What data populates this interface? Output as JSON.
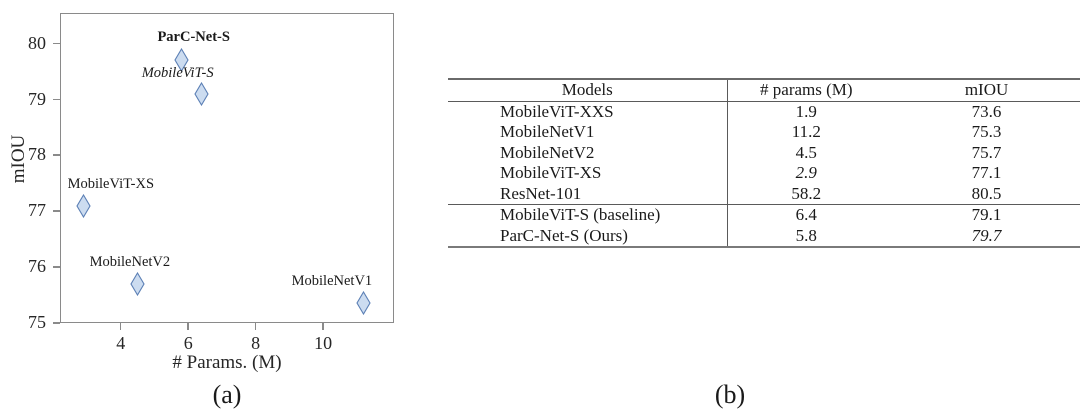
{
  "figure_a": {
    "caption": "(a)",
    "chart_data": {
      "type": "scatter",
      "title": "",
      "xlabel": "# Params. (M)",
      "ylabel": "mIOU",
      "xlim": [
        2.2,
        12.1
      ],
      "ylim": [
        75,
        80.55
      ],
      "xticks": [
        "4",
        "6",
        "8",
        "10"
      ],
      "xtick_values": [
        4,
        6,
        8,
        10
      ],
      "yticks": [
        "75",
        "76",
        "77",
        "78",
        "79",
        "80"
      ],
      "ytick_values": [
        75,
        76,
        77,
        78,
        79,
        80
      ],
      "grid": false,
      "legend": "none",
      "marker_shape": "diamond",
      "marker_fill": "#ccdcf0",
      "marker_stroke": "#5b7fb5",
      "points": [
        {
          "label": "ParC-Net-S",
          "x": 5.8,
          "y": 79.7,
          "style": "bold",
          "label_dx": -24,
          "label_dy": -30
        },
        {
          "label": "MobileViT-S",
          "x": 6.4,
          "y": 79.1,
          "style": "italic",
          "label_dx": -60,
          "label_dy": -28
        },
        {
          "label": "MobileViT-XS",
          "x": 2.9,
          "y": 77.1,
          "style": "normal",
          "label_dx": -16,
          "label_dy": -29
        },
        {
          "label": "MobileNetV2",
          "x": 4.5,
          "y": 75.7,
          "style": "normal",
          "label_dx": -48,
          "label_dy": -29
        },
        {
          "label": "MobileNetV1",
          "x": 11.2,
          "y": 75.35,
          "style": "normal",
          "label_dx": -72,
          "label_dy": -29
        }
      ]
    }
  },
  "figure_b": {
    "caption": "(b)",
    "table": {
      "headers": [
        "Models",
        "# params (M)",
        "mIOU"
      ],
      "rows": [
        {
          "model": "MobileViT-XXS",
          "params": "1.9",
          "params_style": "bold",
          "miou": "73.6",
          "miou_style": "normal",
          "group": 1
        },
        {
          "model": "MobileNetV1",
          "params": "11.2",
          "params_style": "normal",
          "miou": "75.3",
          "miou_style": "normal",
          "group": 1
        },
        {
          "model": "MobileNetV2",
          "params": "4.5",
          "params_style": "normal",
          "miou": "75.7",
          "miou_style": "normal",
          "group": 1
        },
        {
          "model": "MobileViT-XS",
          "params": "2.9",
          "params_style": "italic",
          "miou": "77.1",
          "miou_style": "normal",
          "group": 1
        },
        {
          "model": "ResNet-101",
          "params": "58.2",
          "params_style": "normal",
          "miou": "80.5",
          "miou_style": "bold",
          "group": 1
        },
        {
          "model": "MobileViT-S (baseline)",
          "params": "6.4",
          "params_style": "normal",
          "miou": "79.1",
          "miou_style": "normal",
          "group": 2
        },
        {
          "model": "ParC-Net-S (Ours)",
          "params": "5.8",
          "params_style": "normal",
          "miou": "79.7",
          "miou_style": "italic",
          "group": 2
        }
      ]
    }
  }
}
